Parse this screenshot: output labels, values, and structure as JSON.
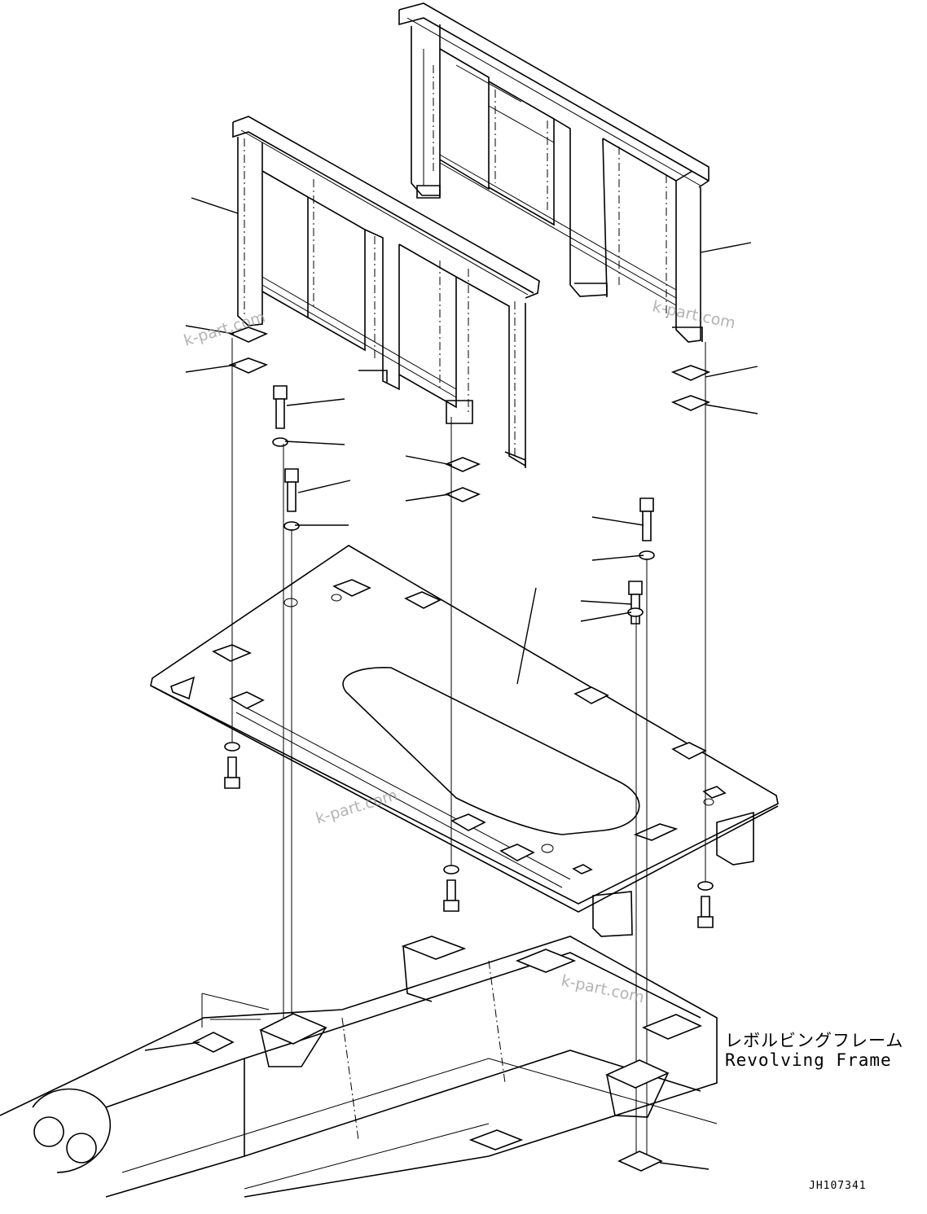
{
  "labels": {
    "revolving_frame_jp": "レボルビングフレーム",
    "revolving_frame_en": "Revolving Frame",
    "drawing_id": "JH107341"
  },
  "watermarks": [
    "k-part.com",
    "k-part.com",
    "k-part.com",
    "k-part.com"
  ]
}
